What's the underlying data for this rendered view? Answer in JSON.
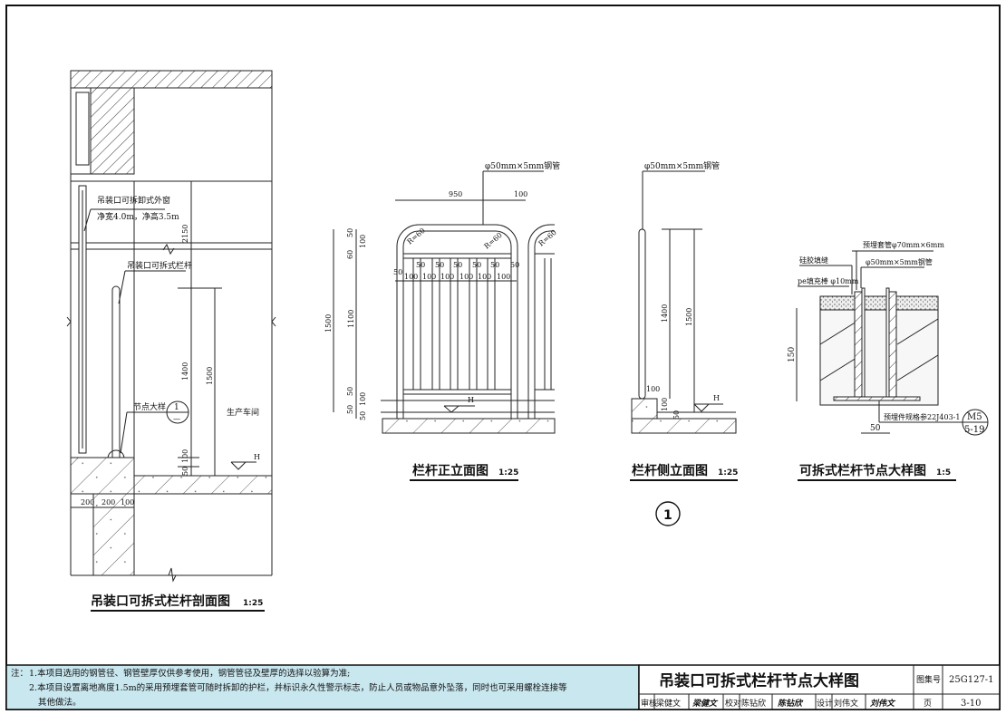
{
  "section_view": {
    "title": "吊装口可拆式栏杆剖面图",
    "scale": "1:25",
    "label_window_line1": "吊装口可拆卸式外窗",
    "label_window_line2": "净宽4.0m，净高3.5m",
    "label_railing": "吊装口可拆式栏杆",
    "label_node": "节点大样",
    "label_room": "生产车间",
    "detail_ref_number": "1",
    "detail_ref_sheet": "—",
    "level_mark": "H",
    "dims": {
      "d2150": "2150",
      "d1400": "1400",
      "d1500": "1500",
      "d100": "100",
      "d50": "50",
      "w200a": "200",
      "w200b": "200",
      "w100": "100"
    }
  },
  "front_view": {
    "title": "栏杆正立面图",
    "scale": "1:25",
    "pipe_label": "φ50mm×5mm钢管",
    "level_mark": "H",
    "radius_label": "R=60",
    "dims_top": {
      "d950": "950",
      "d100": "100"
    },
    "dims_left": [
      "1500",
      "1100",
      "50",
      "100",
      "60",
      "50",
      "100",
      "50",
      "50"
    ],
    "dims_spacing": [
      "50",
      "100",
      "50",
      "100",
      "50",
      "100",
      "50",
      "100",
      "50",
      "100",
      "50",
      "100",
      "50"
    ]
  },
  "side_view": {
    "title": "栏杆侧立面图",
    "scale": "1:25",
    "pipe_label": "φ50mm×5mm钢管",
    "level_mark": "H",
    "dims": {
      "d1400": "1400",
      "d1500": "1500",
      "d100a": "100",
      "d100b": "100",
      "d50": "50"
    },
    "detail_number": "1"
  },
  "detail_view": {
    "title": "可拆式栏杆节点大样图",
    "scale": "1:5",
    "label_sleeve": "预埋套管φ70mm×6mm",
    "label_sealant": "硅胶填缝",
    "label_pipe": "φ50mm×5mm钢管",
    "label_pe": "pe填充棒 φ10mm",
    "label_embed": "预埋件规格参22J403-1",
    "ref_top": "M5",
    "ref_bottom": "5-19",
    "dim_150": "150",
    "dim_50": "50"
  },
  "notes": {
    "prefix": "注：",
    "line1": "1.本项目选用的钢管径、钢管壁厚仅供参考使用，钢管管径及壁厚的选择以验算为准;",
    "line2": "2.本项目设置离地高度1.5m的采用预埋套管可随时拆卸的护栏，并标识永久性警示标志，防止人员或物品意外坠落，同时也可采用螺栓连接等",
    "line3": "其他做法。",
    "background": "#c9e7ef"
  },
  "title_block": {
    "drawing_title": "吊装口可拆式栏杆节点大样图",
    "atlas_label": "图集号",
    "atlas_no": "25G127-1",
    "review_label": "审核",
    "reviewer": "梁健文",
    "reviewer_sig": "梁健文",
    "check_label": "校对",
    "checker": "陈钻欣",
    "checker_sig": "陈钻欣",
    "design_label": "设计",
    "designer": "刘伟文",
    "designer_sig": "刘伟文",
    "page_label": "页",
    "page_no": "3-10"
  }
}
